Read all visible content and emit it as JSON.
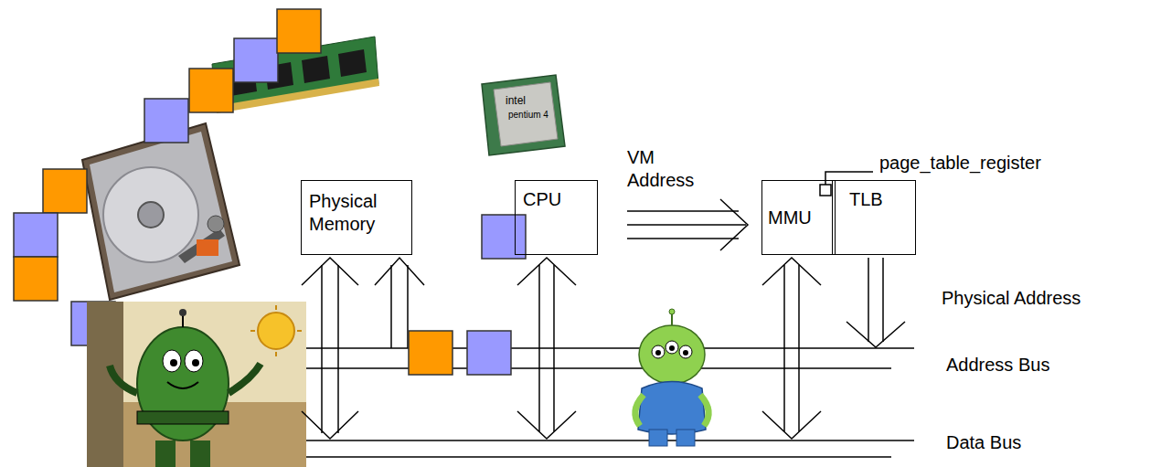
{
  "diagram": {
    "nodes": [
      {
        "text": [
          "Physical Memory"
        ]
      },
      {
        "text": [
          "CPU"
        ]
      },
      {
        "text": [
          "MMU"
        ]
      },
      {
        "text": [
          "TLB"
        ]
      }
    ],
    "edges": [
      {
        "from": 1,
        "to": 2,
        "arrow": "to",
        "label": "VM Address"
      }
    ],
    "labels": [
      "intel",
      "pentium 4",
      "page_table_register",
      "Physical Address",
      "Address Bus",
      "Data Bus"
    ]
  }
}
